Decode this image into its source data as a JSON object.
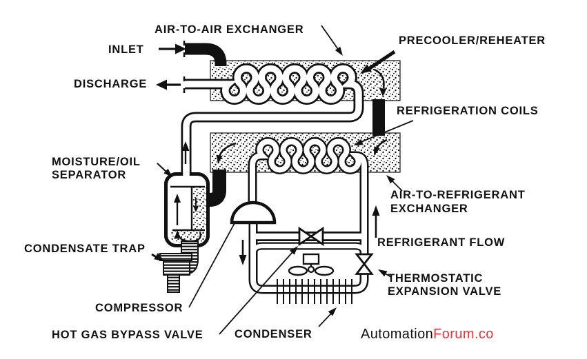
{
  "diagram": {
    "labels": {
      "air_to_air_exchanger": "AIR-TO-AIR EXCHANGER",
      "inlet": "INLET",
      "discharge": "DISCHARGE",
      "precooler_reheater": "PRECOOLER/REHEATER",
      "refrigeration_coils": "REFRIGERATION COILS",
      "air_to_refrigerant_line1": "AIR-TO-REFRIGERANT",
      "air_to_refrigerant_line2": "EXCHANGER",
      "refrigerant_flow": "REFRIGERANT FLOW",
      "thermostatic_line1": "THERMOSTATIC",
      "thermostatic_line2": "EXPANSION VALVE",
      "moisture_oil_line1": "MOISTURE/OIL",
      "moisture_oil_line2": "SEPARATOR",
      "condensate_trap": "CONDENSATE TRAP",
      "compressor": "COMPRESSOR",
      "hot_gas_bypass_valve": "HOT GAS BYPASS VALVE",
      "condenser": "CONDENSER"
    },
    "colors": {
      "line": "#111111",
      "background": "#ffffff"
    }
  },
  "watermark": {
    "brand_black": "Automation",
    "brand_red": "Forum.co",
    "red_color": "#f92d35"
  }
}
